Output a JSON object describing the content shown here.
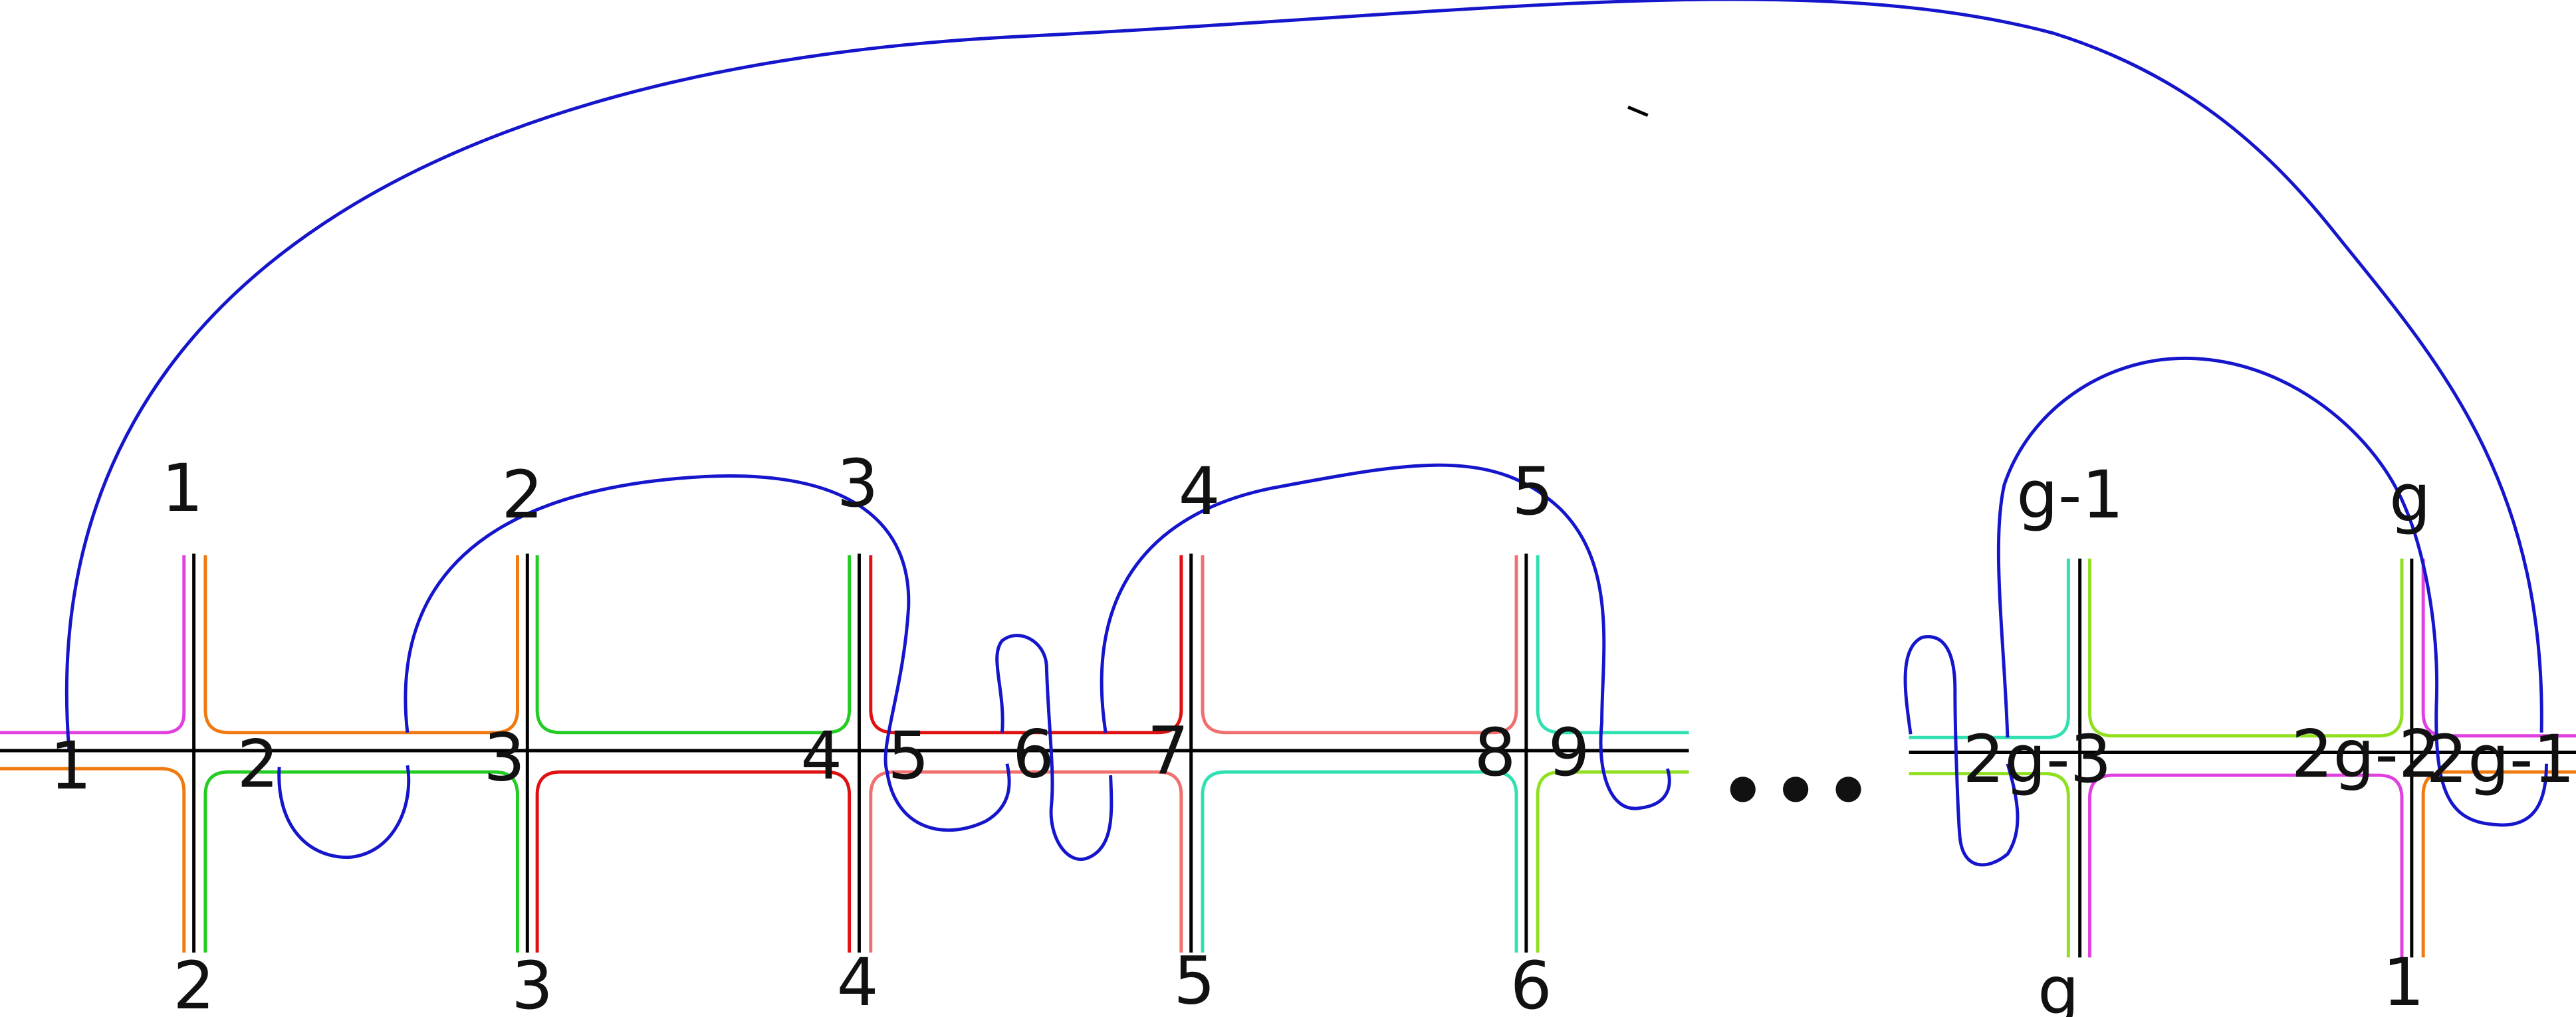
{
  "diagram": {
    "top_labels": [
      "1",
      "2",
      "3",
      "4",
      "5",
      "g-1",
      "g"
    ],
    "bottom_labels": [
      "2",
      "3",
      "4",
      "5",
      "6",
      "g",
      "1"
    ],
    "axis_labels": [
      "1",
      "2",
      "3",
      "4",
      "5",
      "6",
      "7",
      "8",
      "9",
      "2g-3",
      "2g-2",
      "2g-1"
    ],
    "ellipsis": "•••",
    "colors": {
      "axis": "#000000",
      "curve": "#1515cc",
      "magenta": "#e040e0",
      "orange": "#f07a10",
      "green": "#22cc22",
      "red": "#e01010",
      "salmon": "#f07070",
      "teal": "#30e0b0",
      "lime": "#90e020"
    }
  }
}
